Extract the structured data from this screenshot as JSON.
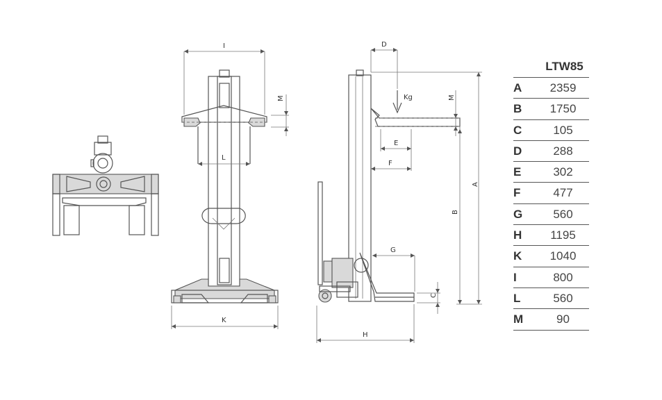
{
  "labels": {
    "dim_I": "I",
    "dim_M": "M",
    "dim_L": "L",
    "dim_K": "K",
    "dim_D": "D",
    "dim_Kg": "Kg",
    "dim_E": "E",
    "dim_F": "F",
    "dim_A": "A",
    "dim_B": "B",
    "dim_G": "G",
    "dim_C": "C",
    "dim_H": "H"
  },
  "table": {
    "model": "LTW85",
    "rows": [
      {
        "key": "A",
        "value": "2359"
      },
      {
        "key": "B",
        "value": "1750"
      },
      {
        "key": "C",
        "value": "105"
      },
      {
        "key": "D",
        "value": "288"
      },
      {
        "key": "E",
        "value": "302"
      },
      {
        "key": "F",
        "value": "477"
      },
      {
        "key": "G",
        "value": "560"
      },
      {
        "key": "H",
        "value": "1195"
      },
      {
        "key": "K",
        "value": "1040"
      },
      {
        "key": "I",
        "value": "800"
      },
      {
        "key": "L",
        "value": "560"
      },
      {
        "key": "M",
        "value": "90"
      }
    ]
  }
}
